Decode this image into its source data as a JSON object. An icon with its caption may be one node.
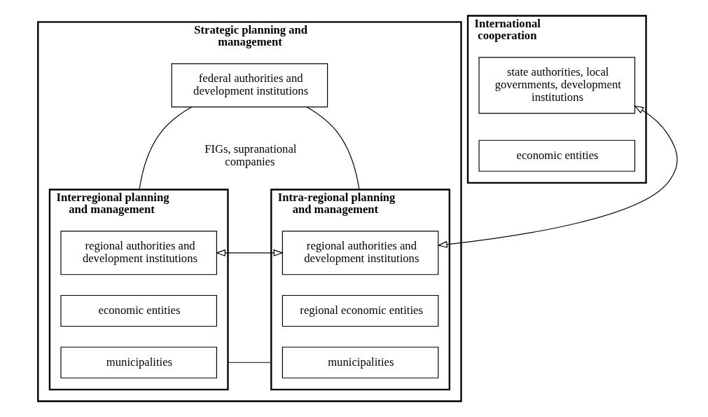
{
  "diagram": {
    "nodes": [
      {
        "text": [
          "Strategic planning and management"
        ]
      },
      {
        "text": [
          "federal authorities and development institutions"
        ],
        "in": 0
      },
      {
        "text": [
          "FIGs, supranational companies"
        ],
        "in": 0
      },
      {
        "text": [
          "Interregional planning and management"
        ],
        "in": 0
      },
      {
        "text": [
          "regional authorities and development institutions"
        ],
        "in": 3
      },
      {
        "text": [
          "economic entities"
        ],
        "in": 3
      },
      {
        "text": [
          "municipalities"
        ],
        "in": 3
      },
      {
        "text": [
          "Intra-regional planning and management"
        ],
        "in": 0
      },
      {
        "text": [
          "regional authorities and development institutions"
        ],
        "in": 7
      },
      {
        "text": [
          "regional economic entities"
        ],
        "in": 7
      },
      {
        "text": [
          "municipalities"
        ],
        "in": 7
      },
      {
        "text": [
          "International cooperation"
        ]
      },
      {
        "text": [
          "state authorities, local governments, development institutions"
        ],
        "in": 11
      },
      {
        "text": [
          "economic entities"
        ],
        "in": 11
      }
    ],
    "edges": [
      {
        "from": 1,
        "to": 3,
        "arrow": "none"
      },
      {
        "from": 1,
        "to": 7,
        "arrow": "none"
      },
      {
        "from": 3,
        "to": 7,
        "arrow": "none"
      },
      {
        "from": 4,
        "to": 8,
        "arrow": "both"
      },
      {
        "from": 8,
        "to": 12,
        "arrow": "both"
      }
    ]
  }
}
